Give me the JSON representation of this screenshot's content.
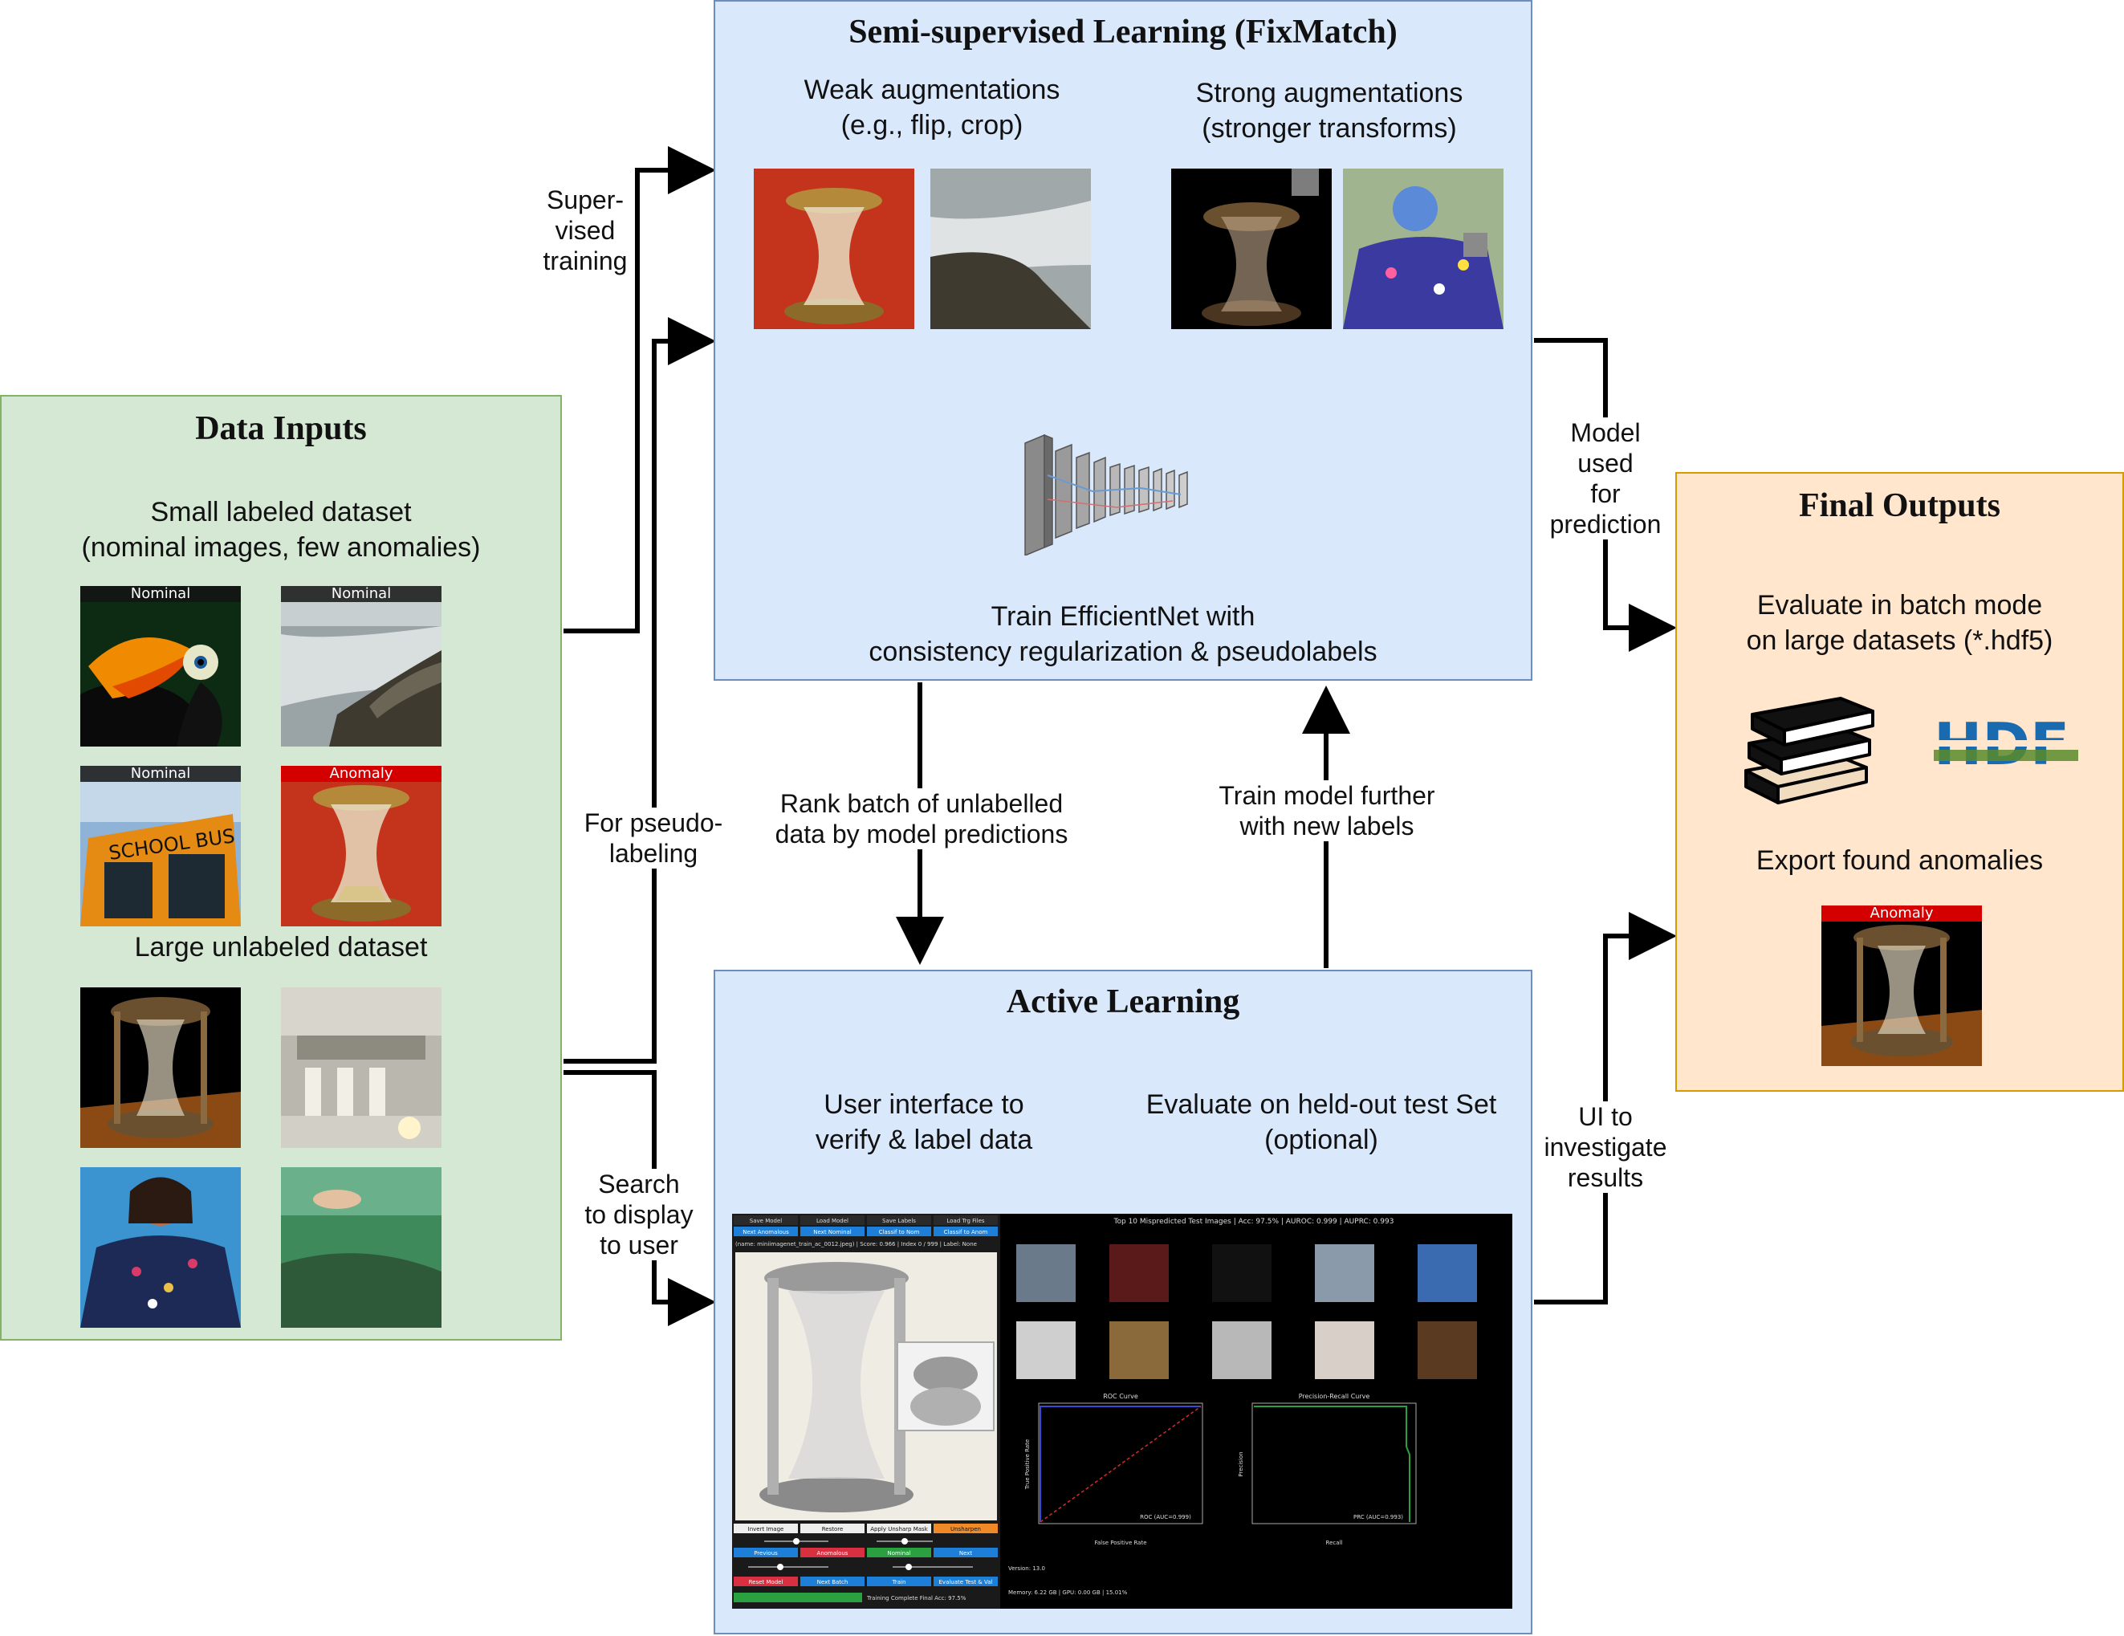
{
  "data_inputs": {
    "title": "Data Inputs",
    "labeled_heading": "Small labeled dataset\n(nominal images, few anomalies)",
    "unlabeled_heading": "Large unlabeled dataset",
    "labeled_images": [
      {
        "tag": "Nominal",
        "icon": "toucan-image"
      },
      {
        "tag": "Nominal",
        "icon": "coast-image"
      },
      {
        "tag": "Nominal",
        "icon": "school-bus-image"
      },
      {
        "tag": "Anomaly",
        "icon": "hourglass-image"
      }
    ],
    "unlabeled_images": [
      {
        "icon": "hourglass-image"
      },
      {
        "icon": "chapel-image"
      },
      {
        "icon": "woman-image"
      },
      {
        "icon": "underwater-image"
      }
    ]
  },
  "ssl": {
    "title": "Semi-supervised Learning (FixMatch)",
    "weak_heading": "Weak augmentations\n(e.g., flip, crop)",
    "strong_heading": "Strong augmentations\n(stronger transforms)",
    "train_text": "Train EfficientNet with\nconsistency regularization & pseudolabels"
  },
  "active_learning": {
    "title": "Active Learning",
    "ui_heading": "User interface to\nverify & label data",
    "eval_heading": "Evaluate on held-out test Set\n(optional)",
    "gui": {
      "header": "Top 10 Mispredicted Test Images | Acc: 97.5% | AUROC: 0.999 | AUPRC: 0.993",
      "buttons_top": [
        "Save Model",
        "Load Model",
        "Save Labels",
        "Load Trg Files"
      ],
      "buttons_second": [
        "Next Anomalous",
        "Next Nominal",
        "Classif to Nom",
        "Classif to Anom"
      ],
      "file_info": "(name: miniimagenet_train_ac_0012.jpeg) | Score: 0.966 | Index 0 / 999 | Label: None",
      "bottom_buttons": [
        "Invert Image",
        "Restore",
        "Apply Unsharp Mask",
        "Unsharpen"
      ],
      "label_buttons": [
        "Previous",
        "Anomalous",
        "Nominal",
        "Next"
      ],
      "action_buttons": [
        "Reset Model",
        "Next Batch",
        "Train",
        "Evaluate Test & Val"
      ],
      "status": "Training Complete Final Acc: 97.5%",
      "roc_title": "ROC Curve",
      "roc_legend": "ROC (AUC=0.999)",
      "roc_xlabel": "False Positive Rate",
      "roc_ylabel": "True Positive Rate",
      "pr_title": "Precision-Recall Curve",
      "pr_legend": "PRC (AUC=0.993)",
      "pr_xlabel": "Recall",
      "pr_ylabel": "Precision",
      "version": "Version: 13.0",
      "memory": "Memory: 6.22 GB | GPU: 0.00 GB | 15.01%"
    }
  },
  "final_outputs": {
    "title": "Final Outputs",
    "batch_text": "Evaluate in batch mode\non large datasets (*.hdf5)",
    "hdf_logo": "HDF",
    "export_text": "Export found anomalies",
    "export_tag": "Anomaly"
  },
  "edge_labels": {
    "supervised": "Super-\nvised\ntraining",
    "pseudo": "For pseudo-\nlabeling",
    "search": "Search\nto display\nto user",
    "rank": "Rank batch of unlabelled\ndata by model predictions",
    "train_further": "Train model further\nwith new labels",
    "model_used": "Model\nused\nfor\nprediction",
    "ui_investigate": "UI to\ninvestigate\nresults"
  }
}
